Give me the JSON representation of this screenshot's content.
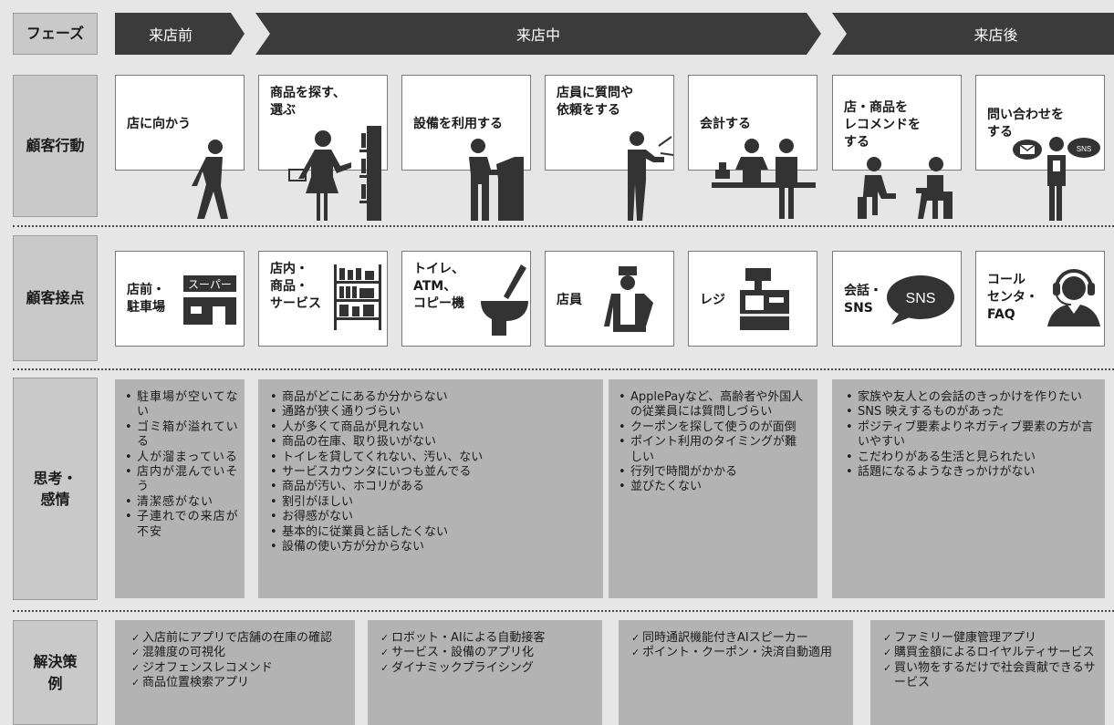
{
  "rows": {
    "phase": "フェーズ",
    "behavior": "顧客行動",
    "touchpoint": "顧客接点",
    "thoughts": "思考・\n感情",
    "solutions": "解決策\n例"
  },
  "phases": [
    "来店前",
    "来店中",
    "来店後"
  ],
  "behaviors": [
    "店に向かう",
    "商品を探す、\n選ぶ",
    "設備を利用する",
    "店員に質問や\n依頼をする",
    "会計する",
    "店・商品を\nレコメンドを\nする",
    "問い合わせを\nする"
  ],
  "touchpoints": [
    "店前・\n駐車場",
    "店内・\n商品・\nサービス",
    "トイレ、\nATM、\nコピー機",
    "店員",
    "レジ",
    "会話・\nSNS",
    "コール\nセンタ・\nFAQ"
  ],
  "touchpoint_icon_text": {
    "supermarket_sign": "スーパー",
    "sns_bubble": "SNS",
    "sns_small": "SNS"
  },
  "thoughts": [
    [
      "駐車場が空いてない",
      "ゴミ箱が溢れている",
      "人が溜まっている",
      "店内が混んでいそう",
      "清潔感がない",
      "子連れでの来店が不安"
    ],
    [
      "商品がどこにあるか分からない",
      "通路が狭く通りづらい",
      "人が多くて商品が見れない",
      "商品の在庫、取り扱いがない",
      "トイレを貸してくれない、汚い、ない",
      "サービスカウンタにいつも並んでる",
      "商品が汚い、ホコリがある",
      "割引がほしい",
      "お得感がない",
      "基本的に従業員と話したくない",
      "設備の使い方が分からない"
    ],
    [
      "ApplePayなど、高齢者や外国人の従業員には質問しづらい",
      "クーポンを探して使うのが面倒",
      "ポイント利用のタイミングが難しい",
      "行列で時間がかかる",
      "並びたくない"
    ],
    [
      "家族や友人との会話のきっかけを作りたい",
      "SNS 映えするものがあった",
      "ポジティブ要素よりネガティブ要素の方が言いやすい",
      "こだわりがある生活と見られたい",
      "話題になるようなきっかけがない"
    ]
  ],
  "solutions": [
    [
      "入店前にアプリで店舗の在庫の確認",
      "混雑度の可視化",
      "ジオフェンスレコメンド",
      "商品位置検索アプリ"
    ],
    [
      "ロボット・AIによる自動接客",
      "サービス・設備のアプリ化",
      "ダイナミックプライシング"
    ],
    [
      "同時通訳機能付きAIスピーカー",
      "ポイント・クーポン・決済自動適用"
    ],
    [
      "ファミリー健康管理アプリ",
      "購買金額によるロイヤルティサービス",
      "買い物をするだけで社会貢献できるサービス"
    ]
  ]
}
